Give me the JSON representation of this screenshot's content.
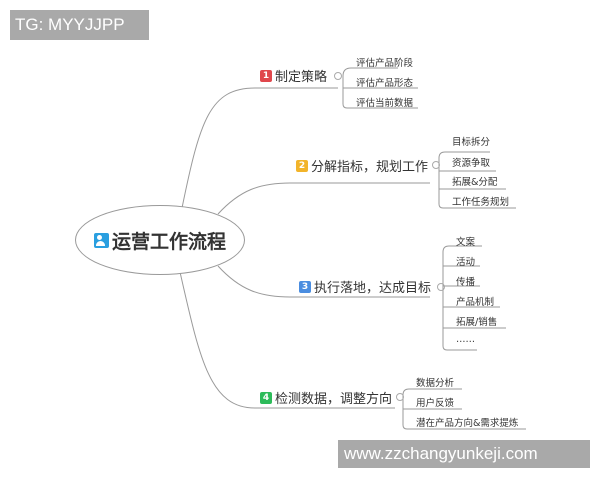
{
  "watermarks": {
    "top": "TG: MYYJJPP",
    "bottom": "www.zzchangyunkeji.com"
  },
  "root": {
    "icon": "user-group-icon",
    "label": "运营工作流程",
    "icon_color": "#2a9fe0"
  },
  "branches": [
    {
      "number": "1",
      "label": "制定策略",
      "badge_color": "#e0474c",
      "children": [
        "评估产品阶段",
        "评估产品形态",
        "评估当前数据"
      ]
    },
    {
      "number": "2",
      "label": "分解指标，规划工作",
      "badge_color": "#f2b42a",
      "children": [
        "目标拆分",
        "资源争取",
        "拓展&分配",
        "工作任务规划"
      ]
    },
    {
      "number": "3",
      "label": "执行落地，达成目标",
      "badge_color": "#4a8de0",
      "children": [
        "文案",
        "活动",
        "传播",
        "产品机制",
        "拓展/销售",
        "……"
      ]
    },
    {
      "number": "4",
      "label": "检测数据，调整方向",
      "badge_color": "#2dbb5a",
      "children": [
        "数据分析",
        "用户反馈",
        "潜在产品方向&需求提炼"
      ]
    }
  ]
}
